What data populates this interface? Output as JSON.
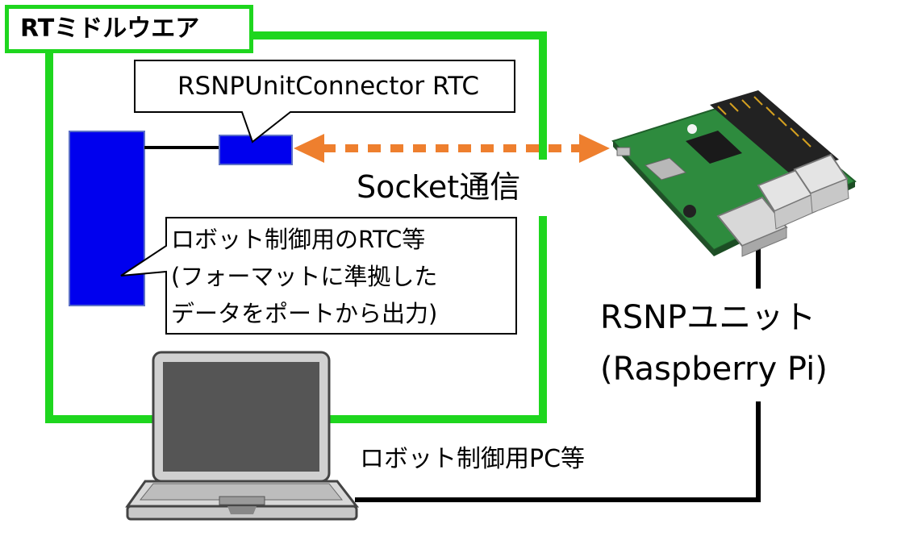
{
  "frame": {
    "title": "RTミドルウエア",
    "color": "#1ed61e"
  },
  "connector_callout": {
    "text": "RSNPUnitConnector RTC"
  },
  "robot_callout": {
    "lines": [
      "ロボット制御用のRTC等",
      "(フォーマットに準拠した",
      "データをポートから出力)"
    ]
  },
  "socket_label": "Socket通信",
  "rsnp_unit": {
    "line1": "RSNPユニット",
    "line2": "(Raspberry Pi)"
  },
  "pc_label": "ロボット制御用PC等",
  "colors": {
    "rtc_blue": "#0000ee",
    "arrow_orange": "#ee7f2e",
    "link_black": "#000000"
  },
  "icons": [
    "raspberry-pi-board-icon",
    "laptop-icon"
  ]
}
